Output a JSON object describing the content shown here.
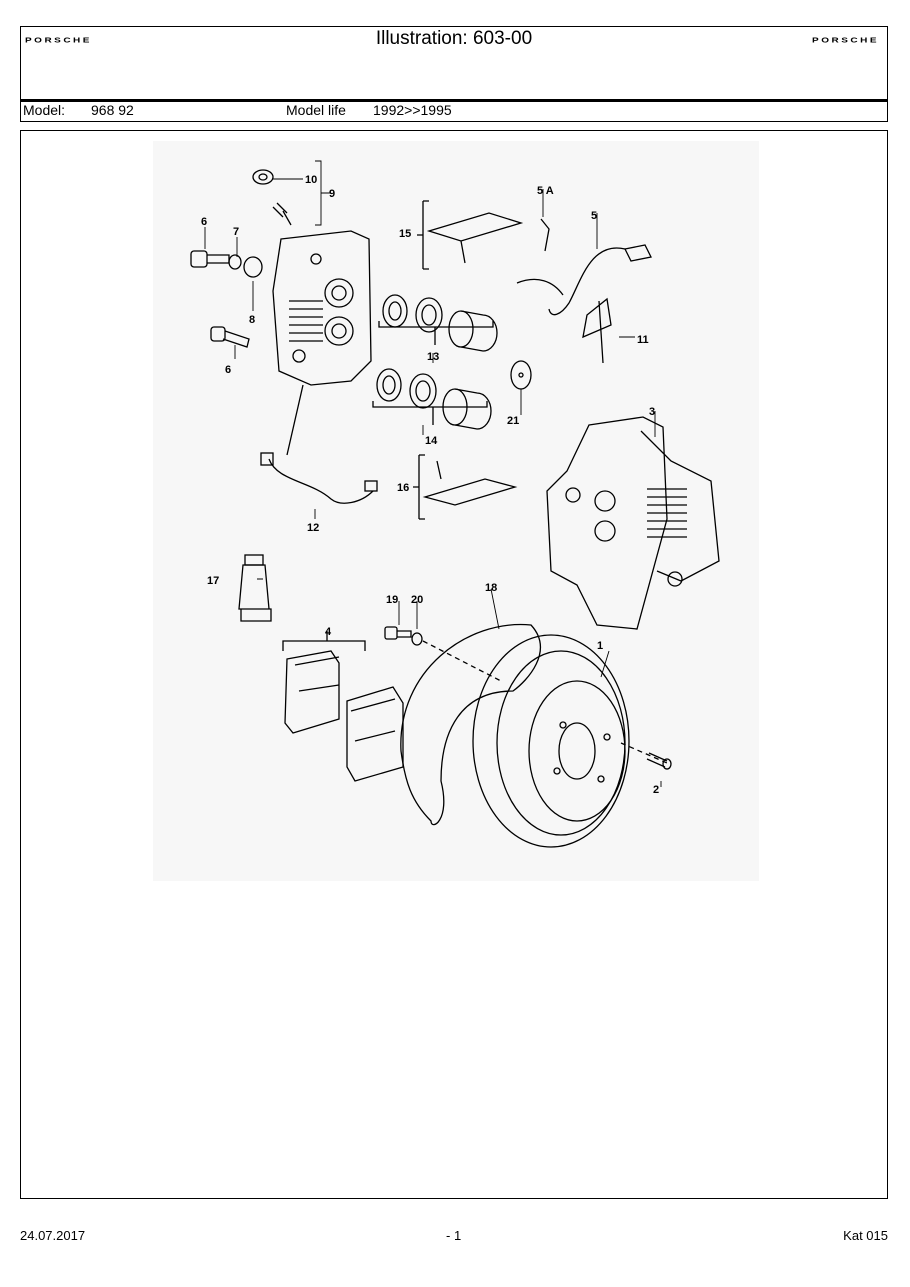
{
  "header": {
    "brand_left": "PORSCHE",
    "brand_right": "PORSCHE",
    "title": "Illustration: 603-00",
    "model_label": "Model:",
    "model_value": "968 92",
    "model_life_label": "Model life",
    "model_life_value": "1992>>1995"
  },
  "drawing": {
    "callouts": {
      "c10": "10",
      "c9": "9",
      "c6a": "6",
      "c7": "7",
      "c8": "8",
      "c6b": "6",
      "c15": "15",
      "c5a": "5 A",
      "c5": "5",
      "c11": "11",
      "c13": "13",
      "c14": "14",
      "c21": "21",
      "c3": "3",
      "c16": "16",
      "c12": "12",
      "c17": "17",
      "c19": "19",
      "c20": "20",
      "c18": "18",
      "c4": "4",
      "c1": "1",
      "c2": "2"
    }
  },
  "footer": {
    "date": "24.07.2017",
    "page": "- 1",
    "catalog": "Kat 015"
  }
}
